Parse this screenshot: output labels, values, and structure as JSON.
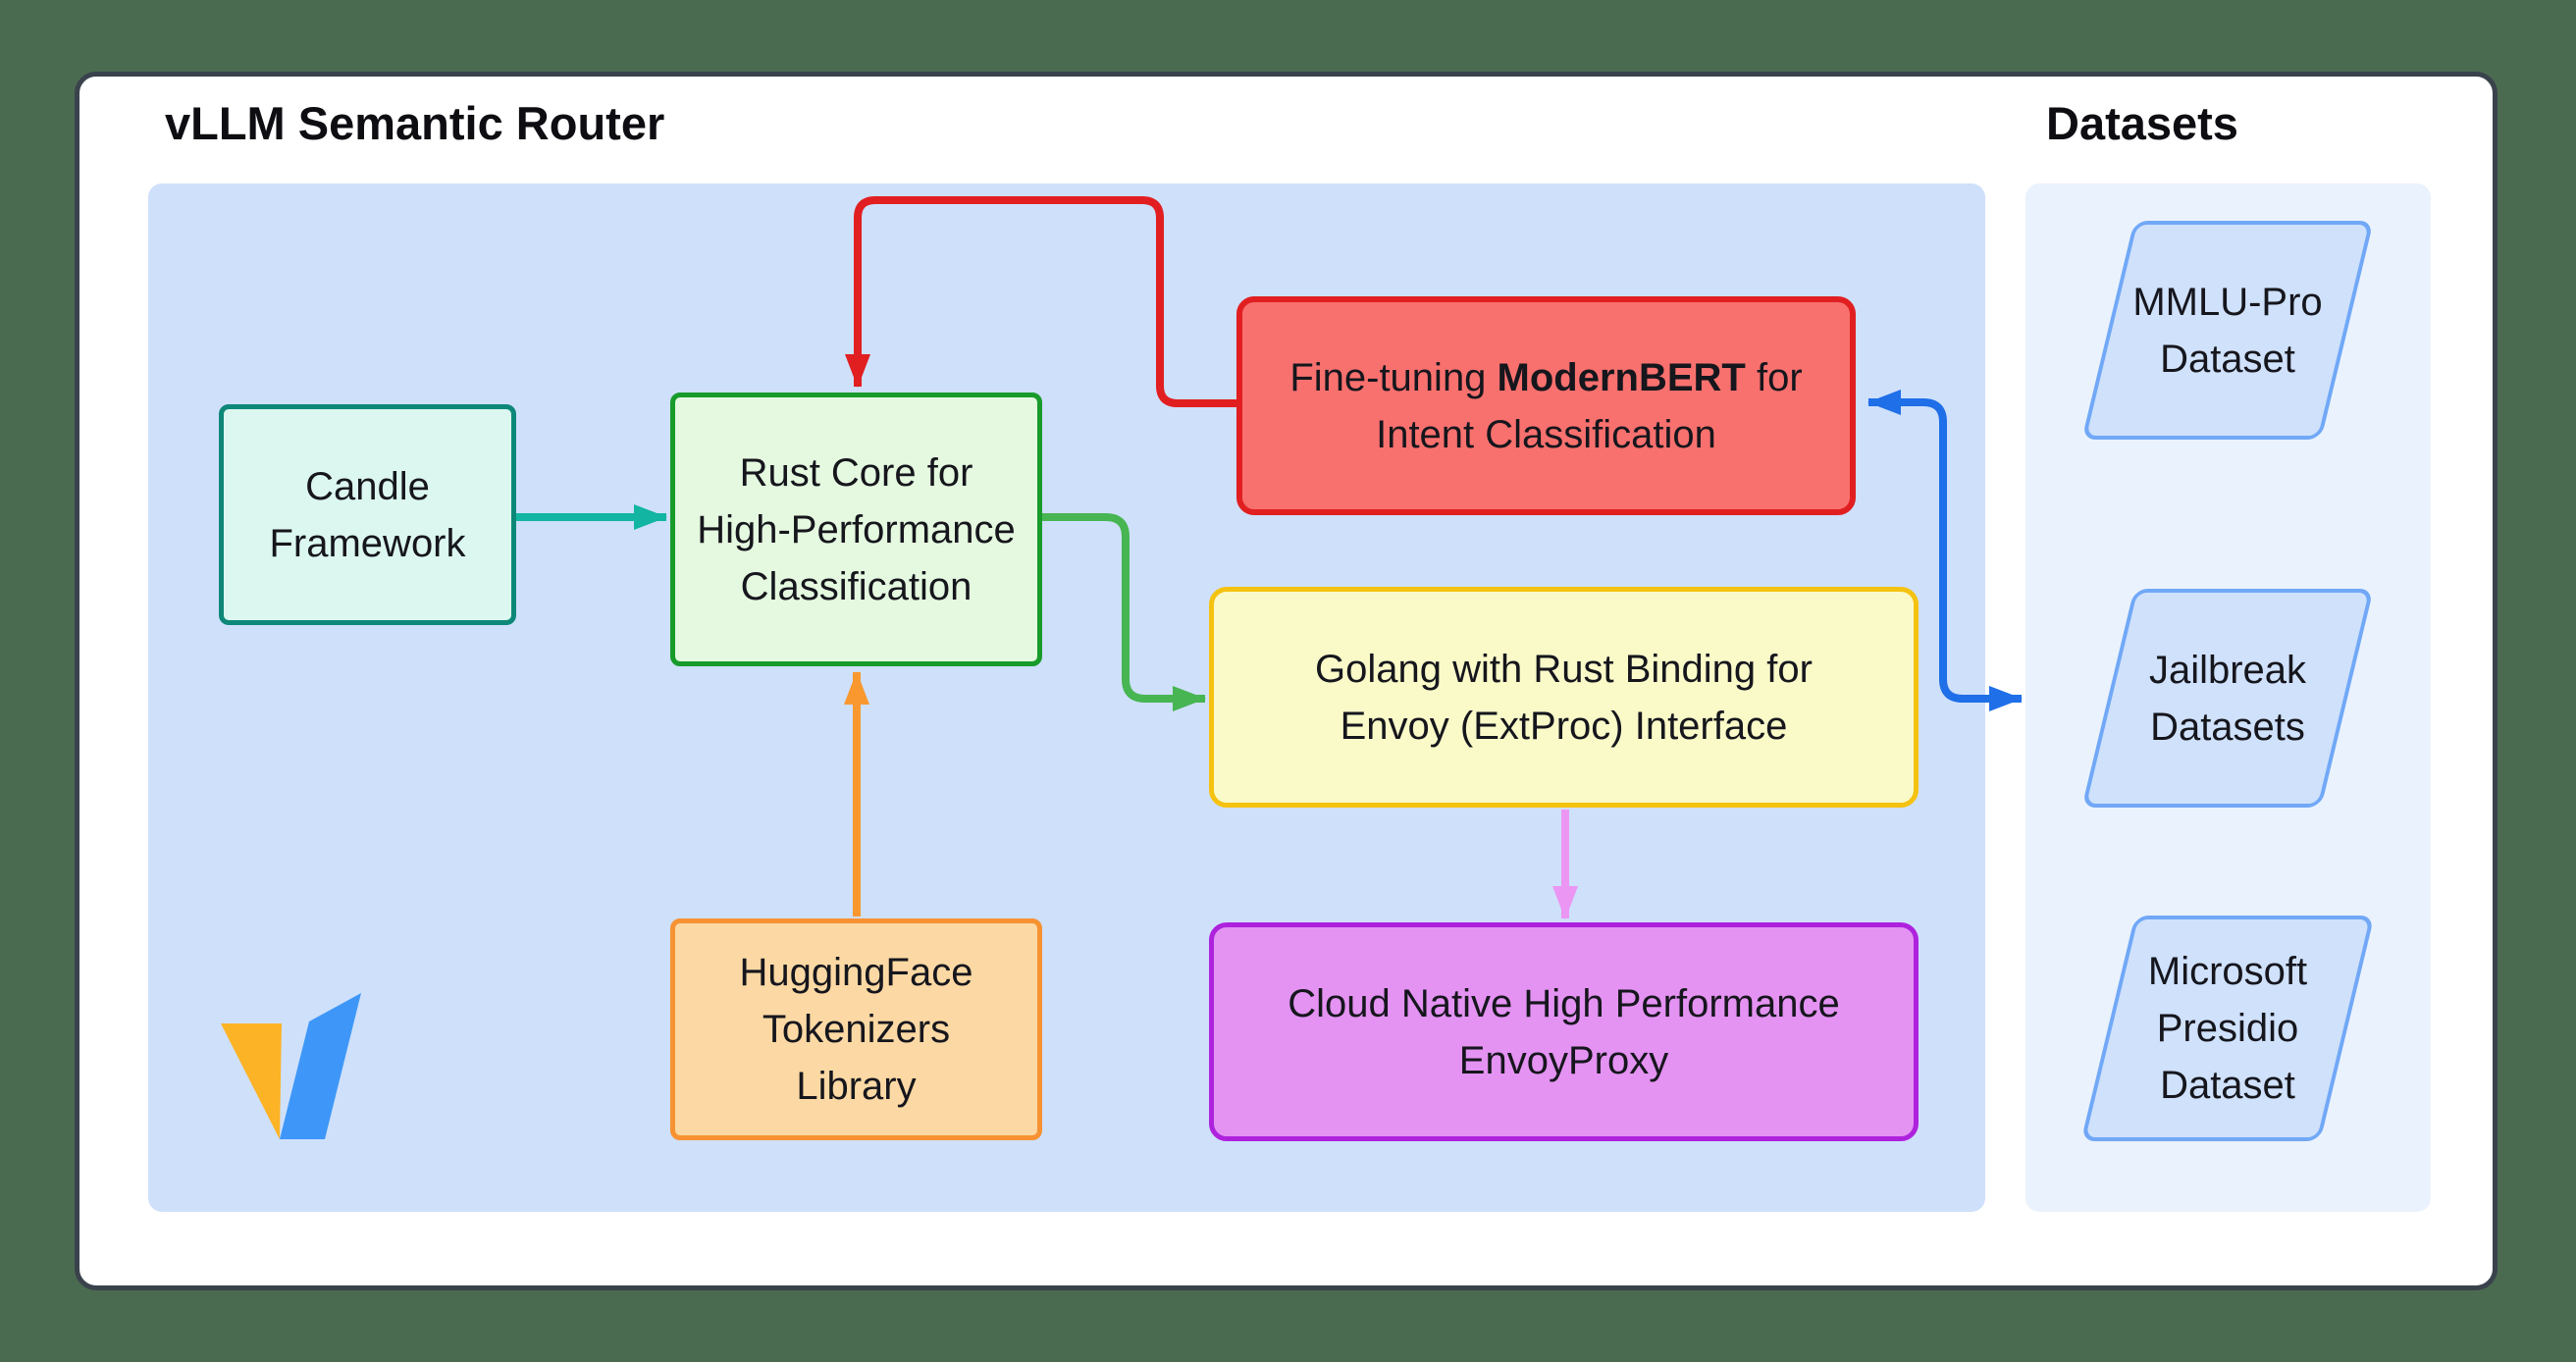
{
  "window": {
    "title": "vLLM Semantic Router",
    "datasets_panel_title": "Datasets"
  },
  "nodes": {
    "candle_framework": {
      "lines": [
        "Candle",
        "Framework"
      ]
    },
    "rust_core": {
      "lines": [
        "Rust Core for",
        "High-Performance",
        "Classification"
      ]
    },
    "fine_tuning_modernbert": {
      "line1_prefix": "Fine-tuning ",
      "line1_bold": "ModernBERT",
      "line1_suffix": " for",
      "line2": "Intent Classification"
    },
    "golang_envoy_binding": {
      "lines": [
        "Golang with Rust Binding for",
        "Envoy (ExtProc) Interface"
      ]
    },
    "huggingface_tokenizers": {
      "lines": [
        "HuggingFace",
        "Tokenizers",
        "Library"
      ]
    },
    "cloud_native_envoyproxy": {
      "lines": [
        "Cloud Native High Performance",
        "EnvoyProxy"
      ]
    }
  },
  "datasets": {
    "mmlu_pro": {
      "lines": [
        "MMLU-Pro",
        "Dataset"
      ]
    },
    "jailbreak": {
      "lines": [
        "Jailbreak",
        "Datasets"
      ]
    },
    "microsoft_presidio": {
      "lines": [
        "Microsoft",
        "Presidio",
        "Dataset"
      ]
    }
  },
  "icons": {
    "vllm_logo": "vllm-logo"
  },
  "colors": {
    "outer_background": "#4b6b51",
    "card_border": "#3a424c",
    "main_panel": "#cfe0fb",
    "datasets_panel": "#eaf2fd",
    "candle_fill": "#dcf7ef",
    "candle_border": "#0d8878",
    "rust_fill": "#e4f9df",
    "rust_border": "#189b2b",
    "finetune_fill": "#f8716e",
    "finetune_border": "#e11f21",
    "golang_fill": "#fafac9",
    "golang_border": "#f5c210",
    "huggingface_fill": "#fcd9a4",
    "huggingface_border": "#f79233",
    "envoyproxy_fill": "#e493f2",
    "envoyproxy_border": "#ae22dd",
    "dataset_fill": "#cfe1fb",
    "dataset_border": "#71a8f7",
    "arrow_teal": "#12b5a2",
    "arrow_red": "#e11f21",
    "arrow_green": "#47b552",
    "arrow_orange": "#f8982f",
    "arrow_violet": "#eb96f2",
    "arrow_blue": "#1f6fe8",
    "logo_yellow": "#fcb326",
    "logo_blue": "#3e97f8"
  }
}
